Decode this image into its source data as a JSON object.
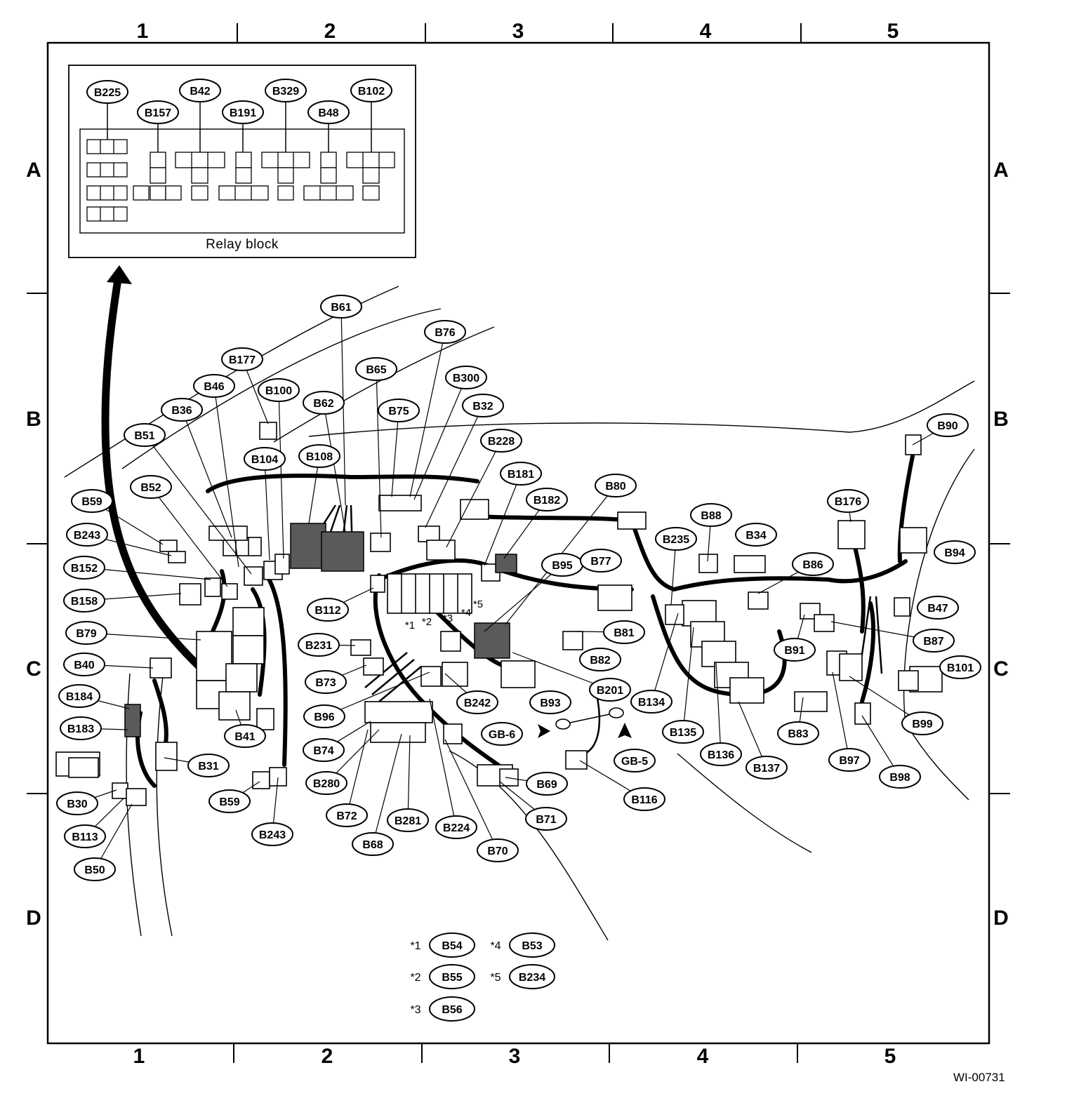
{
  "grid": {
    "columns": [
      "1",
      "2",
      "3",
      "4",
      "5"
    ],
    "rows": [
      "A",
      "B",
      "C",
      "D"
    ]
  },
  "relay_block": {
    "caption": "Relay block",
    "labels": [
      "B225",
      "B157",
      "B42",
      "B191",
      "B329",
      "B48",
      "B102"
    ]
  },
  "connectors": [
    "B61",
    "B76",
    "B177",
    "B65",
    "B300",
    "B46",
    "B100",
    "B62",
    "B36",
    "B75",
    "B32",
    "B51",
    "B104",
    "B108",
    "B228",
    "B181",
    "B52",
    "B80",
    "B59",
    "B182",
    "B243",
    "B88",
    "B235",
    "B34",
    "B176",
    "B90",
    "B152",
    "B95",
    "B77",
    "B86",
    "B94",
    "B158",
    "B112",
    "B47",
    "B81",
    "B91",
    "B87",
    "B79",
    "B231",
    "B82",
    "B101",
    "B40",
    "B73",
    "B201",
    "B134",
    "B242",
    "B93",
    "B184",
    "B96",
    "B99",
    "B135",
    "B41",
    "B183",
    "GB-6",
    "B83",
    "B74",
    "B136",
    "GB-5",
    "B31",
    "B97",
    "B137",
    "B280",
    "B98",
    "B69",
    "B59",
    "B116",
    "B72",
    "B281",
    "B71",
    "B243",
    "B224",
    "B30",
    "B68",
    "B70",
    "B113",
    "B50"
  ],
  "footnotes": [
    {
      "mark": "*1",
      "label": "B54"
    },
    {
      "mark": "*2",
      "label": "B55"
    },
    {
      "mark": "*3",
      "label": "B56"
    },
    {
      "mark": "*4",
      "label": "B53"
    },
    {
      "mark": "*5",
      "label": "B234"
    }
  ],
  "inline_marks": [
    "*1",
    "*2",
    "*3",
    "*4",
    "*5"
  ],
  "figure_id": "WI-00731"
}
